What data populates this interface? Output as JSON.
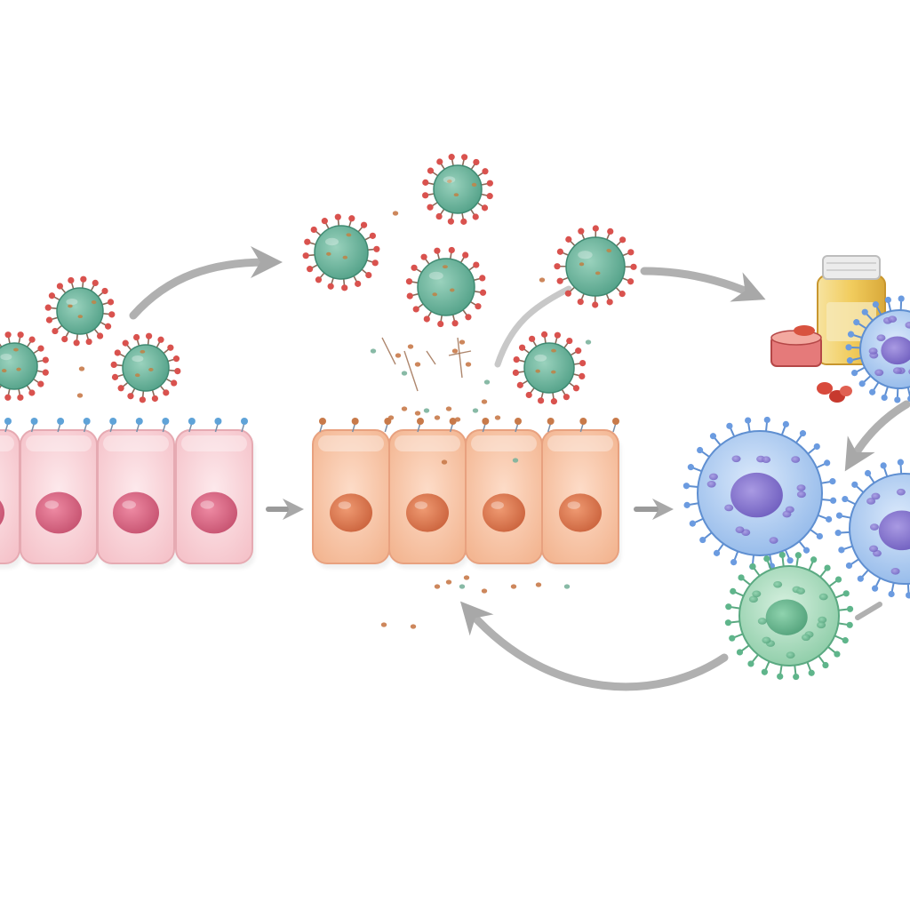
{
  "diagram": {
    "kind": "viral-infection-immune-response-illustration",
    "labels": [],
    "stages": [
      {
        "name": "healthy-epithelium",
        "cell_count": 4,
        "virus_count": 3
      },
      {
        "name": "infected-epithelium",
        "cell_count": 4,
        "virus_count": 5
      },
      {
        "name": "treatment-and-immune-response",
        "immune_cell_count": 4
      }
    ]
  },
  "colors": {
    "background": "#ffffff",
    "arrow": "#a8a8a8",
    "healthy_cell_fill": "#f9d4d8",
    "healthy_cell_stroke": "#e6aab2",
    "healthy_nucleus": "#d9637f",
    "infected_cell_fill": "#f9c6aa",
    "infected_cell_stroke": "#e8a17f",
    "infected_nucleus": "#d9744d",
    "virus_body": "#6fb9a1",
    "virus_spike": "#d9524e",
    "virus_spot": "#b78a52",
    "receptor": "#5fa3d8",
    "debris": "#c87a4a",
    "immune_cell_blue": "#a8c9ef",
    "immune_cell_blue_stroke": "#5f8fd1",
    "immune_nucleus_purple": "#8b7ad1",
    "immune_cell_green": "#a6dcb8",
    "immune_nucleus_green": "#6cbf95",
    "bottle_body": "#f3d36b",
    "bottle_cap": "#e3e3e3",
    "pill_red": "#d84a3c"
  },
  "icons": [
    "virus-icon",
    "pill-bottle-icon",
    "pills-icon",
    "immune-cell-icon",
    "epithelial-cell-icon",
    "arrow-icon"
  ]
}
